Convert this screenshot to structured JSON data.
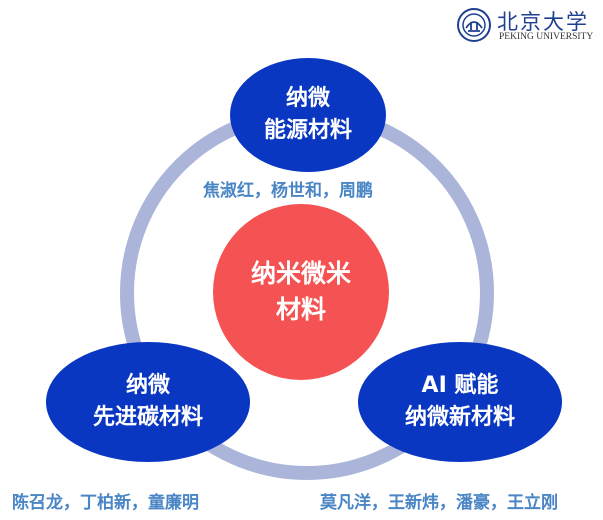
{
  "logo": {
    "name_cn": "北京大学",
    "name_en": "PEKING UNIVERSITY"
  },
  "center": {
    "line1": "纳米微米",
    "line2": "材料"
  },
  "nodes": [
    {
      "line1": "纳微",
      "line2": "能源材料",
      "members": "焦淑红，杨世和，周鹏"
    },
    {
      "line1": "纳微",
      "line2": "先进碳材料",
      "members": "陈召龙，丁柏新，童廉明"
    },
    {
      "line1": "AI 赋能",
      "line2": "纳微新材料",
      "members": "莫凡洋，王新炜，潘豪，王立刚"
    }
  ],
  "colors": {
    "ring": "#aab5d9",
    "node": "#0a37c2",
    "center": "#f55353",
    "names": "#4a86c5"
  }
}
